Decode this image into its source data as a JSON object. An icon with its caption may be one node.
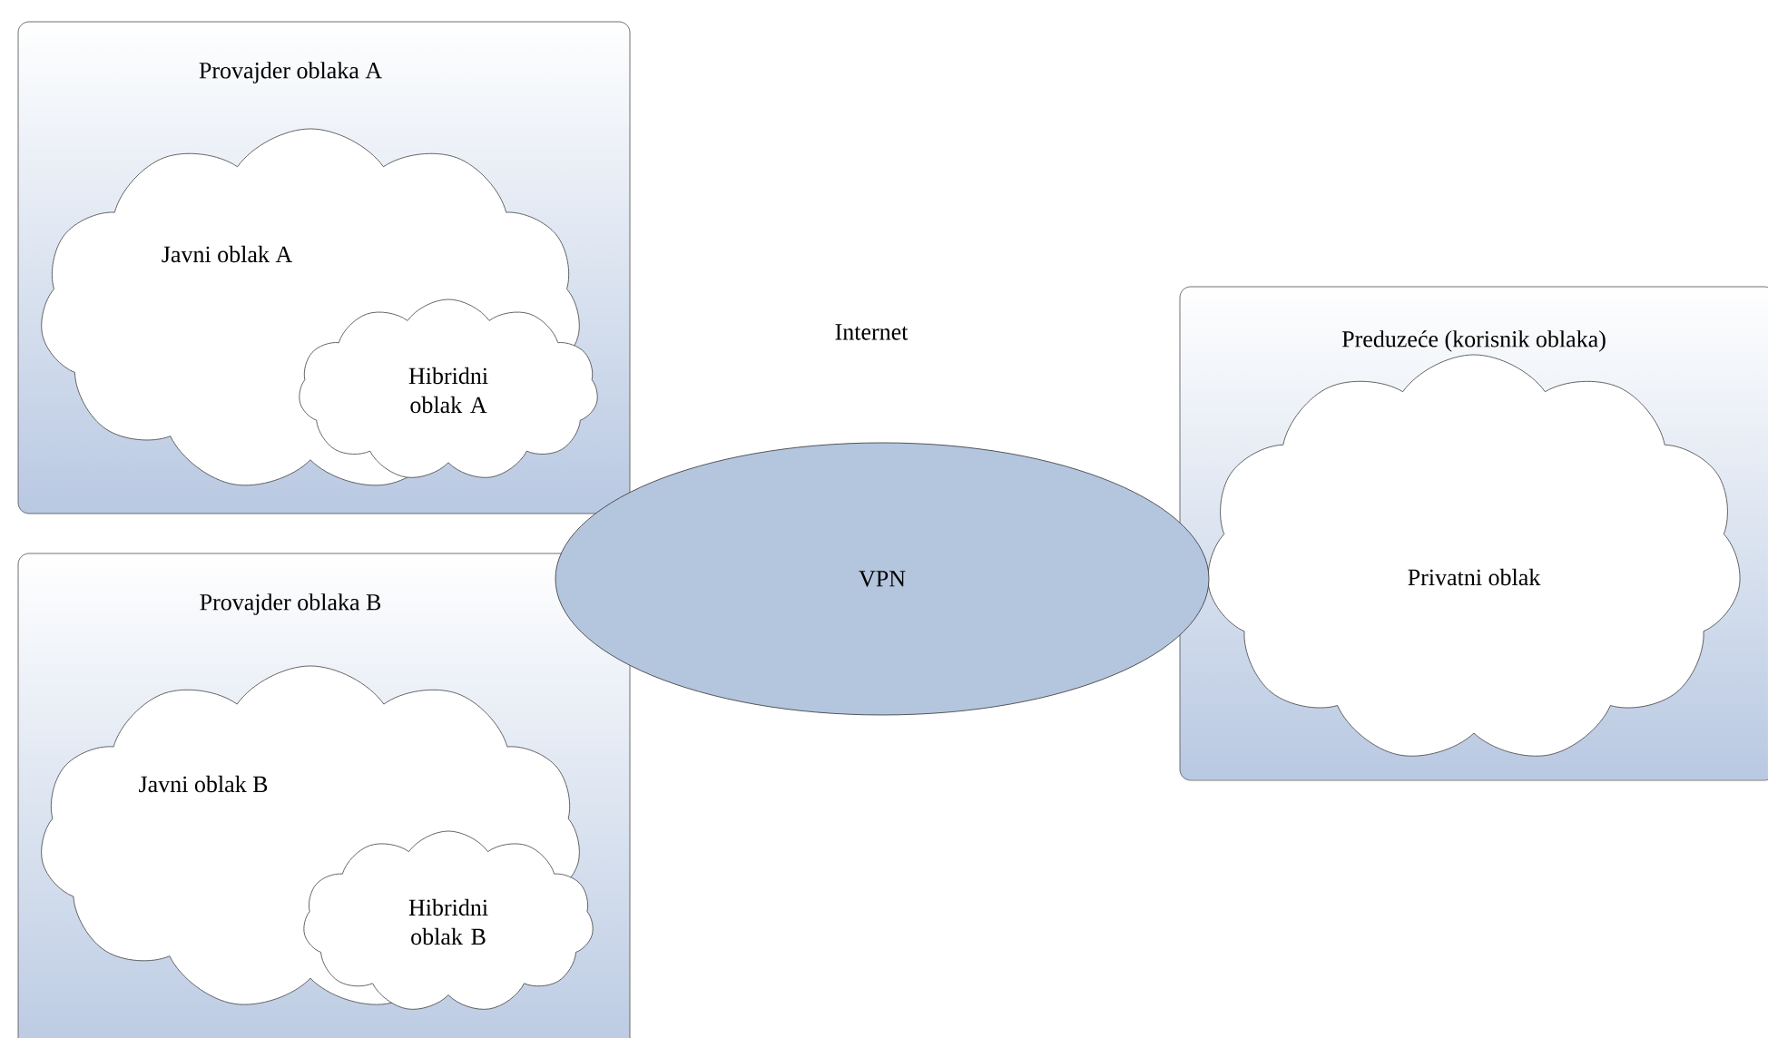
{
  "diagram": {
    "nodes": [
      {
        "text": [
          "Provajder oblaka A"
        ]
      },
      {
        "text": [
          "Javni oblak A"
        ],
        "in": 0
      },
      {
        "text": [
          "Hibridni oblak A"
        ],
        "in": 1
      },
      {
        "text": [
          "Provajder oblaka B"
        ]
      },
      {
        "text": [
          "Javni oblak B"
        ],
        "in": 3
      },
      {
        "text": [
          "Hibridni oblak B"
        ],
        "in": 4
      },
      {
        "text": [
          "VPN"
        ]
      },
      {
        "text": [
          "Preduzeće (korisnik oblaka)"
        ]
      },
      {
        "text": [
          "Privatni oblak"
        ],
        "in": 7
      }
    ],
    "labels": [
      "Internet"
    ]
  }
}
